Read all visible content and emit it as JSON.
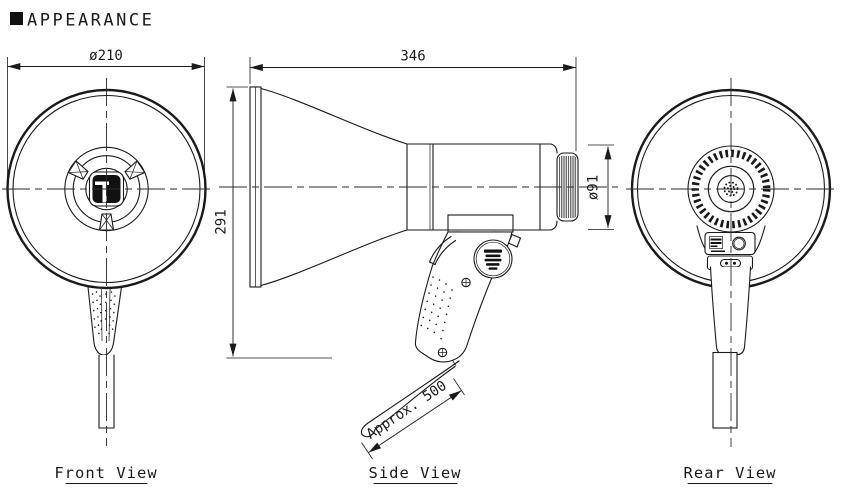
{
  "title": {
    "text": "APPEARANCE"
  },
  "drawing": {
    "views": [
      {
        "id": "front",
        "label": "Front View"
      },
      {
        "id": "side",
        "label": "Side View"
      },
      {
        "id": "rear",
        "label": "Rear View"
      }
    ],
    "dimensions": {
      "front_diameter": "ø210",
      "overall_length": "346",
      "overall_height": "291",
      "body_diameter": "ø91",
      "strap_length": "Approx. 500"
    }
  },
  "colors": {
    "line": "#1a1a1a",
    "background": "#ffffff"
  }
}
